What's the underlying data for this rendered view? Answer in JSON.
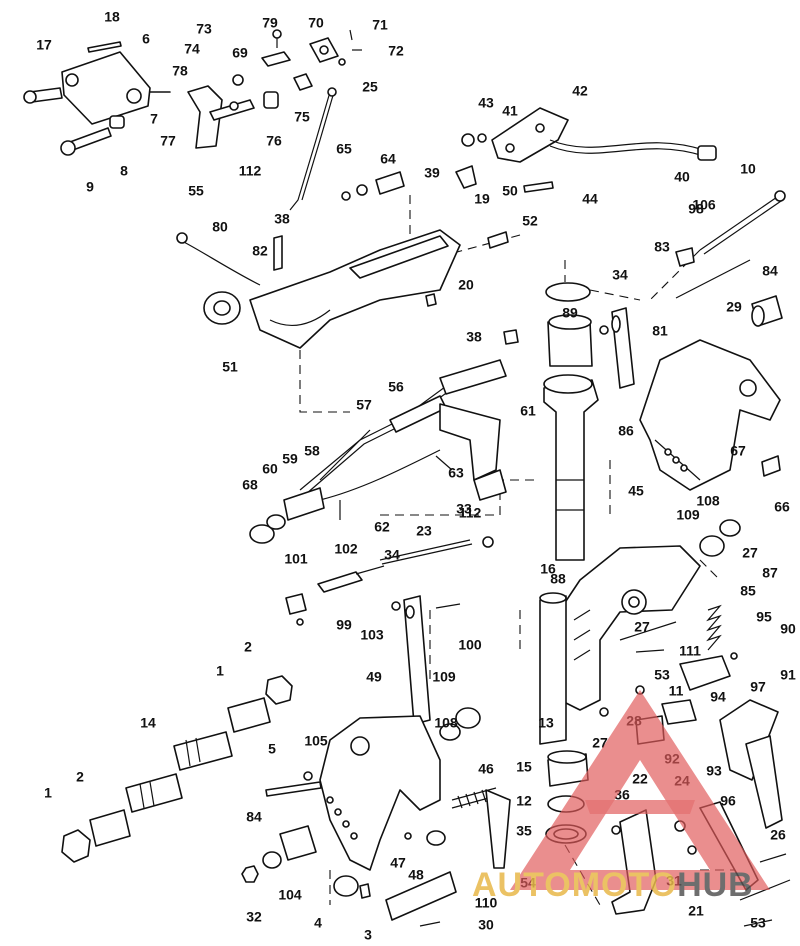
{
  "diagram": {
    "callouts": [
      "18",
      "6",
      "17",
      "73",
      "79",
      "70",
      "71",
      "69",
      "72",
      "74",
      "25",
      "78",
      "7",
      "77",
      "9",
      "8",
      "76",
      "75",
      "43",
      "42",
      "41",
      "112",
      "65",
      "64",
      "39",
      "50",
      "40",
      "10",
      "44",
      "55",
      "80",
      "38",
      "82",
      "19",
      "52",
      "98",
      "106",
      "83",
      "84",
      "34",
      "20",
      "29",
      "89",
      "51",
      "38",
      "81",
      "56",
      "57",
      "61",
      "63",
      "86",
      "67",
      "66",
      "45",
      "58",
      "59",
      "60",
      "68",
      "62",
      "112",
      "33",
      "23",
      "108",
      "109",
      "16",
      "101",
      "102",
      "34",
      "88",
      "27",
      "87",
      "85",
      "99",
      "103",
      "100",
      "95",
      "90",
      "27",
      "53",
      "111",
      "91",
      "2",
      "1",
      "49",
      "109",
      "108",
      "13",
      "11",
      "94",
      "97",
      "14",
      "5",
      "105",
      "28",
      "27",
      "92",
      "93",
      "15",
      "46",
      "12",
      "96",
      "2",
      "1",
      "84",
      "36",
      "24",
      "22",
      "26",
      "35",
      "47",
      "48",
      "54",
      "31",
      "104",
      "4",
      "110",
      "32",
      "3",
      "30",
      "21",
      "53"
    ],
    "colors": {
      "line": "#111111",
      "background": "#ffffff",
      "watermark_red": "#e05a5a",
      "watermark_gold": "#e8b84a",
      "watermark_dark": "#555555"
    }
  },
  "watermark": {
    "part1": "AUTOMOTO",
    "part2": "HUB"
  }
}
